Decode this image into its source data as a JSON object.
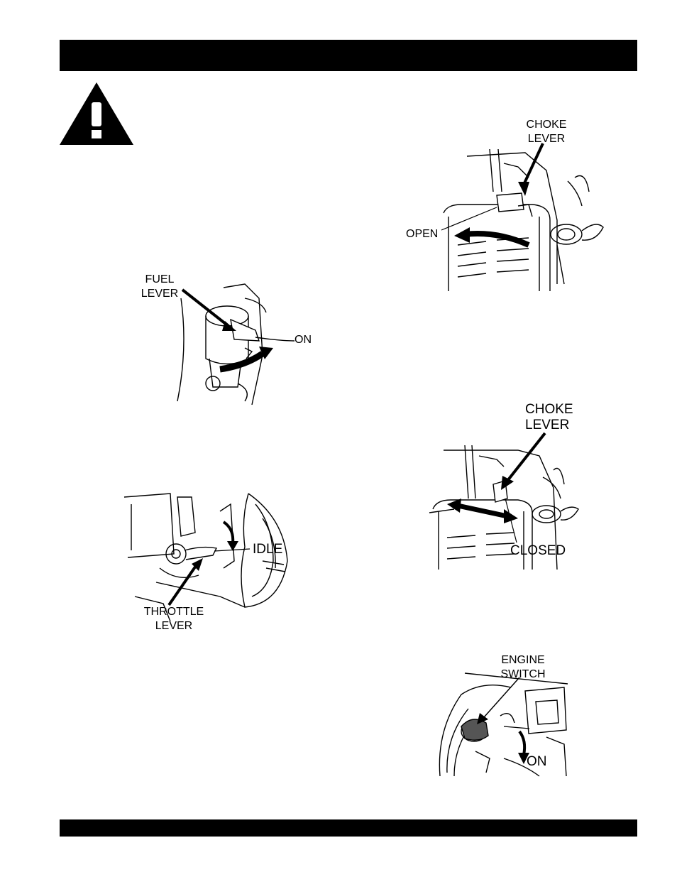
{
  "figures": {
    "fuel": {
      "label_lever": [
        "FUEL",
        "LEVER"
      ],
      "label_on": "ON"
    },
    "throttle": {
      "label_idle": "IDLE",
      "label_lever": [
        "THROTTLE",
        "LEVER"
      ]
    },
    "choke_open": {
      "label_lever": [
        "CHOKE",
        "LEVER"
      ],
      "label_open": "OPEN"
    },
    "choke_closed": {
      "label_lever": [
        "CHOKE",
        "LEVER"
      ],
      "label_closed": "CLOSED"
    },
    "engine_switch": {
      "label_switch": [
        "ENGINE",
        "SWITCH"
      ],
      "label_on": "ON"
    }
  }
}
